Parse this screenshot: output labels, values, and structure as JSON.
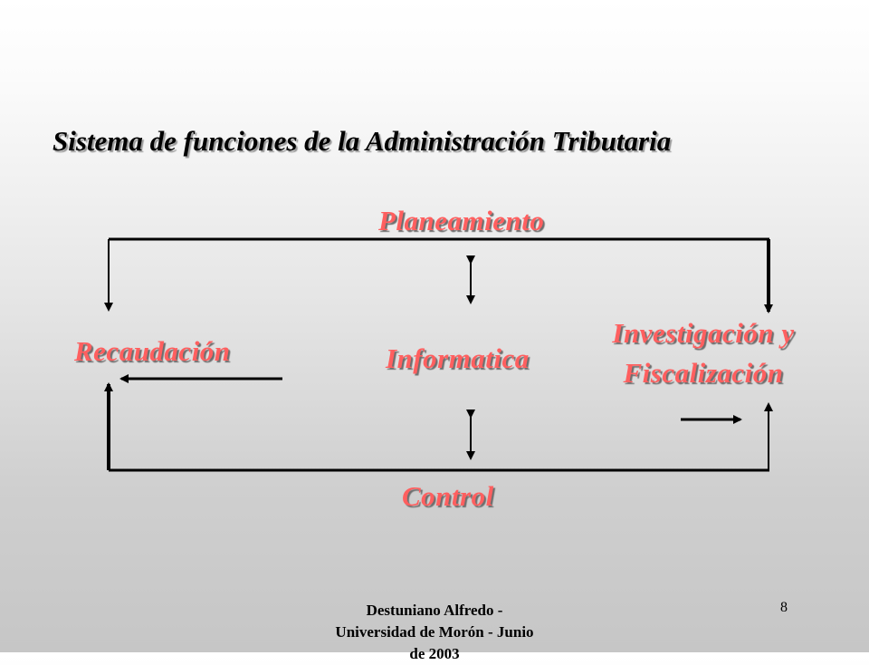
{
  "slide": {
    "title": "Sistema de funciones de la Administración Tributaria",
    "number": "8"
  },
  "nodes": {
    "planeamiento": "Planeamiento",
    "recaudacion": "Recaudación",
    "informatica": "Informatica",
    "investigacion_line1": "Investigación y",
    "investigacion_line2": "Fiscalización",
    "control": "Control"
  },
  "footer": {
    "line1": "Destuniano Alfredo  -",
    "line2": "Universidad de Morón - Junio",
    "line3": "de 2003"
  },
  "colors": {
    "node_text": "#ff5f5f",
    "title_text": "#000000",
    "lines": "#000000"
  }
}
